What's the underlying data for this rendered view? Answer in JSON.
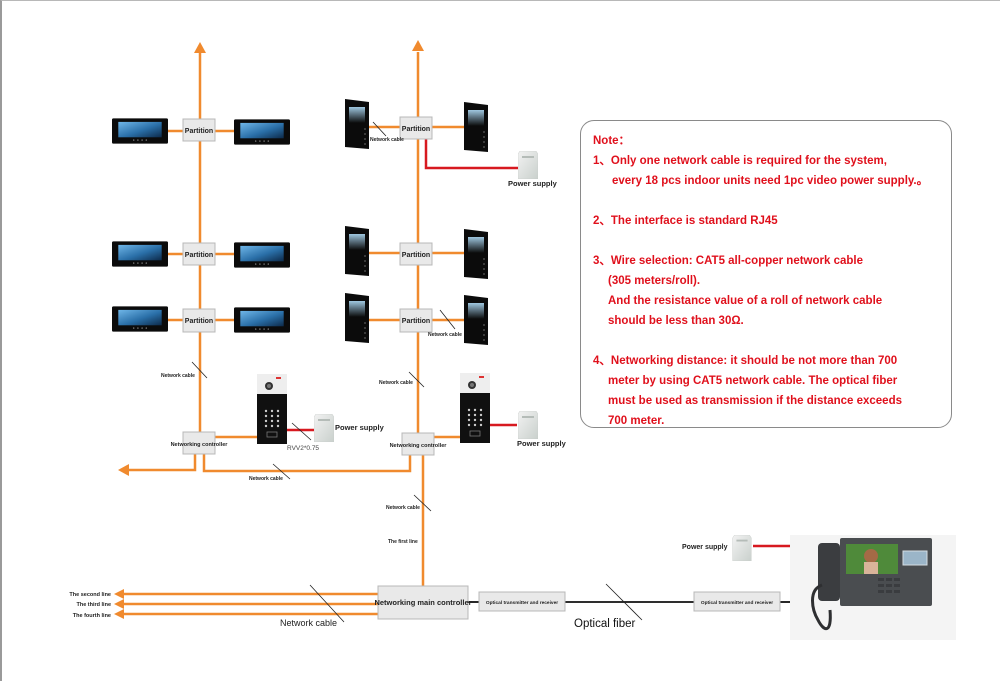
{
  "colors": {
    "cable": "#f08a2e",
    "power_line": "#d71920",
    "fiber": "#111111",
    "note_text": "#e0101c",
    "box_fill": "#e9e9e9"
  },
  "labels": {
    "partition": "Partition",
    "network_cable": "Network cable",
    "network_cable_small": "Network cable",
    "power_supply": "Power supply",
    "networking_controller": "Networking controller",
    "rvv": "RVV2*0.75",
    "networking_main_controller": "Networking main controller",
    "optical_transceiver": "Optical transmitter and receiver",
    "optical_fiber": "Optical fiber",
    "first_line": "The first line",
    "second_line": "The second line",
    "third_line": "The third line",
    "fourth_line": "The fourth line"
  },
  "note": {
    "title": "Note：",
    "lines": [
      "1、Only one network cable is required for the system,",
      "every 18 pcs indoor units need 1pc video power supply.。",
      "2、The interface is standard RJ45",
      "3、Wire selection: CAT5 all-copper network cable",
      "(305 meters/roll).",
      "And the resistance value of a roll of network cable",
      "should be less than 30Ω.",
      "4、Networking distance: it should be not more than 700",
      "meter by using CAT5 network cable. The optical fiber",
      "must be used as transmission if the distance exceeds",
      "700 meter."
    ]
  },
  "devices": {
    "indoor_monitor_landscape": "indoor-monitor-7inch",
    "indoor_monitor_portrait": "indoor-monitor-4inch",
    "door_station": "keypad-door-station",
    "power_supply_unit": "power-supply-box",
    "guard_unit": "management-center-desk-phone"
  }
}
